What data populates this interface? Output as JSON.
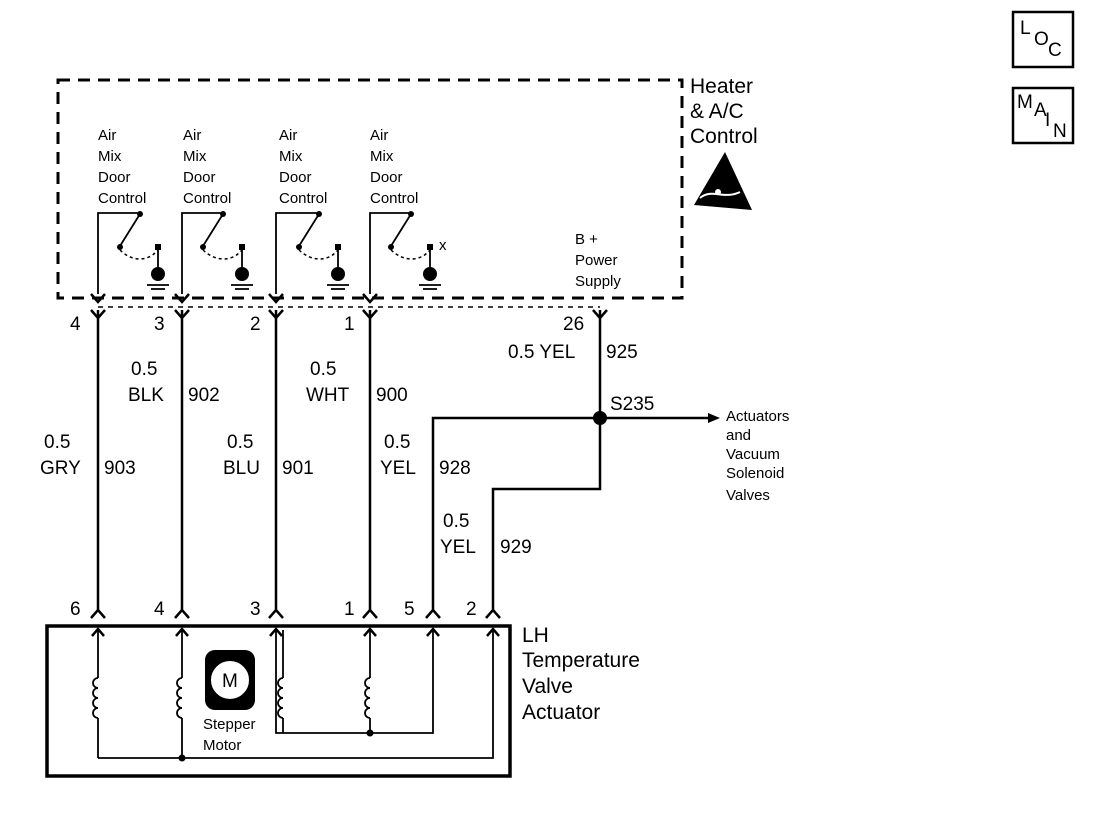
{
  "nav": {
    "loc": [
      "L",
      "O",
      "C"
    ],
    "main": [
      "M",
      "A",
      "I",
      "N"
    ]
  },
  "module": {
    "title": [
      "Heater",
      "& A/C",
      "Control"
    ]
  },
  "door_controls": [
    {
      "lines": [
        "Air",
        "Mix",
        "Door",
        "Control"
      ]
    },
    {
      "lines": [
        "Air",
        "Mix",
        "Door",
        "Control"
      ]
    },
    {
      "lines": [
        "Air",
        "Mix",
        "Door",
        "Control"
      ]
    },
    {
      "lines": [
        "Air",
        "Mix",
        "Door",
        "Control"
      ]
    }
  ],
  "switch_marks": {
    "x_mark": "x"
  },
  "power": {
    "lines": [
      "B +",
      "Power",
      "Supply"
    ]
  },
  "connector_top": {
    "pins": [
      "4",
      "3",
      "2",
      "1",
      "26"
    ]
  },
  "connector_bottom": {
    "pins": [
      "6",
      "4",
      "3",
      "1",
      "5",
      "2"
    ]
  },
  "wires": {
    "gry": {
      "gauge": "0.5",
      "color": "GRY",
      "circuit": "903"
    },
    "blk": {
      "gauge": "0.5",
      "color": "BLK",
      "circuit": "902"
    },
    "blu": {
      "gauge": "0.5",
      "color": "BLU",
      "circuit": "901"
    },
    "wht": {
      "gauge": "0.5",
      "color": "WHT",
      "circuit": "900"
    },
    "yel925": {
      "label": "0.5 YEL",
      "circuit": "925"
    },
    "yel928": {
      "gauge": "0.5",
      "color": "YEL",
      "circuit": "928"
    },
    "yel929": {
      "gauge": "0.5",
      "color": "YEL",
      "circuit": "929"
    }
  },
  "splice": {
    "id": "S235"
  },
  "destination": {
    "lines": [
      "Actuators",
      "and",
      "Vacuum",
      "Solenoid",
      "Valves"
    ]
  },
  "actuator": {
    "title": [
      "LH",
      "Temperature",
      "Valve",
      "Actuator"
    ],
    "motor_letter": "M",
    "motor_label": [
      "Stepper",
      "Motor"
    ]
  }
}
